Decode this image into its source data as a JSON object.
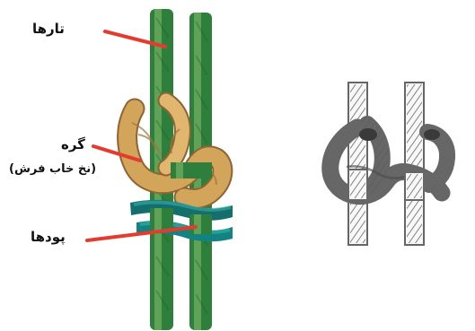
{
  "labels": {
    "warps": "تارها",
    "knot": "گره",
    "knot_note": "(نخ خاب فرش)",
    "wefts": "پودها"
  },
  "colors": {
    "warp_green": "#3f8a45",
    "warp_highlight": "#72b060",
    "weft_teal": "#1b8d88",
    "knot_tan": "#d3a55a",
    "pointer_red": "#e53b2f",
    "sketch_gray": "#6e6e6e"
  }
}
